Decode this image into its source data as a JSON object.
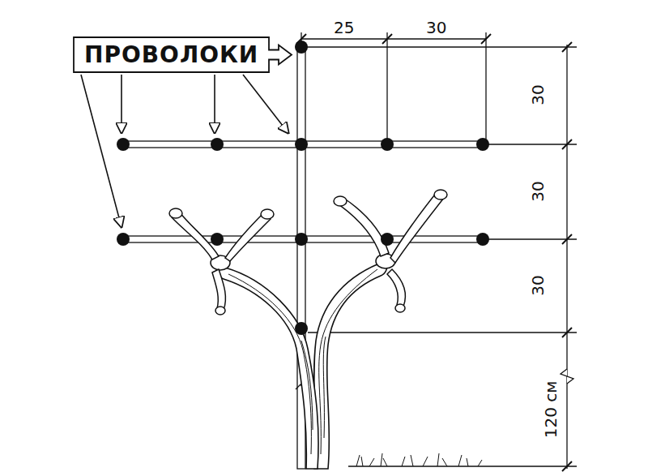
{
  "diagram": {
    "nodes": [
      {
        "text": [
          "ПРОВОЛОКИ"
        ]
      }
    ],
    "labels": [
      "25",
      "30",
      "30",
      "30",
      "30",
      "120 см"
    ]
  }
}
